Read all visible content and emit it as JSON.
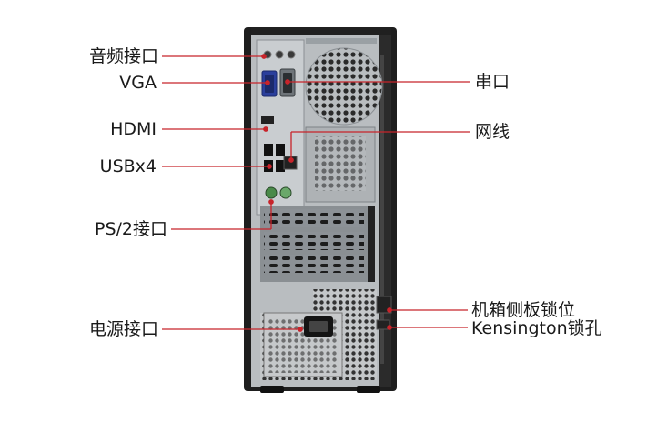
{
  "labels": {
    "audio": "音频接口",
    "vga": "VGA",
    "hdmi": "HDMI",
    "usb": "USBx4",
    "ps2": "PS/2接口",
    "power": "电源接口",
    "serial": "串口",
    "network": "网线",
    "chassis_lock": "机箱侧板锁位",
    "kensington": "Kensington锁孔"
  },
  "colors": {
    "callout_line": "#c8242b",
    "case_body": "#b9bdc0",
    "case_frame": "#1f1f1f",
    "vga_port": "#2a3f9c"
  }
}
